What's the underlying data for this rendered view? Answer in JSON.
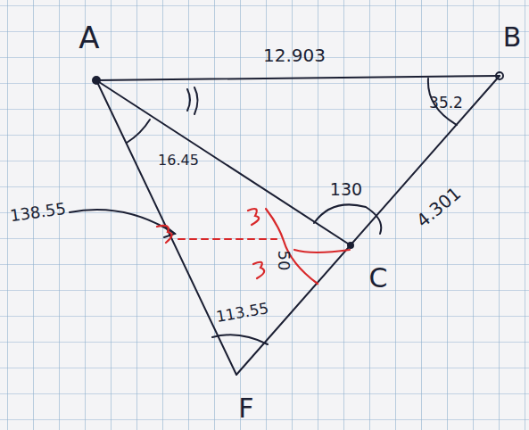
{
  "diagram": {
    "labels": [
      "A",
      "B",
      "12.903",
      "35.2",
      "16.45",
      "138.55",
      "130",
      "4.301",
      "50",
      "C",
      "113.55",
      "F"
    ]
  }
}
